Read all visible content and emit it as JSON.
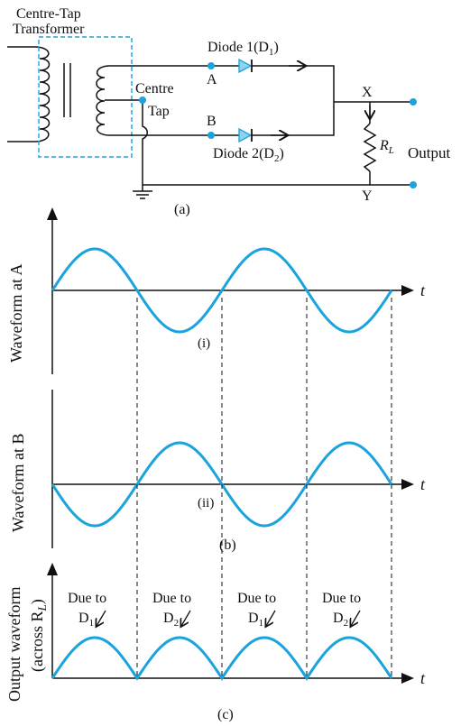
{
  "circuit": {
    "transformer_label_line1": "Centre-Tap",
    "transformer_label_line2": "Transformer",
    "diode1_label": "Diode 1(D",
    "diode1_sub": "1",
    "diode1_close": ")",
    "diode2_label": "Diode 2(D",
    "diode2_sub": "2",
    "diode2_close": ")",
    "node_a": "A",
    "node_b": "B",
    "centre_tap_line1": "Centre",
    "centre_tap_line2": "Tap",
    "node_x": "X",
    "node_y": "Y",
    "load_label": "R",
    "load_sub": "L",
    "output_label": "Output",
    "caption": "(a)"
  },
  "plot_i": {
    "ylabel": "Waveform at A",
    "xlabel": "t",
    "caption": "(i)"
  },
  "plot_ii": {
    "ylabel": "Waveform at B",
    "xlabel": "t",
    "caption": "(ii)",
    "group_caption": "(b)"
  },
  "plot_c": {
    "ylabel_line1": "Output waveform",
    "ylabel_line2": "(across R",
    "ylabel_sub": "L",
    "ylabel_close": ")",
    "xlabel": "t",
    "caption": "(c)",
    "due_labels": [
      {
        "text": "Due to",
        "diode": "D",
        "sub": "1"
      },
      {
        "text": "Due to",
        "diode": "D",
        "sub": "2"
      },
      {
        "text": "Due to",
        "diode": "D",
        "sub": "1"
      },
      {
        "text": "Due to",
        "diode": "D",
        "sub": "2"
      }
    ]
  },
  "colors": {
    "wave": "#1aa3dd",
    "ink": "#111111",
    "node": "#1aa3dd",
    "diode_fill": "#8fd3f0"
  }
}
